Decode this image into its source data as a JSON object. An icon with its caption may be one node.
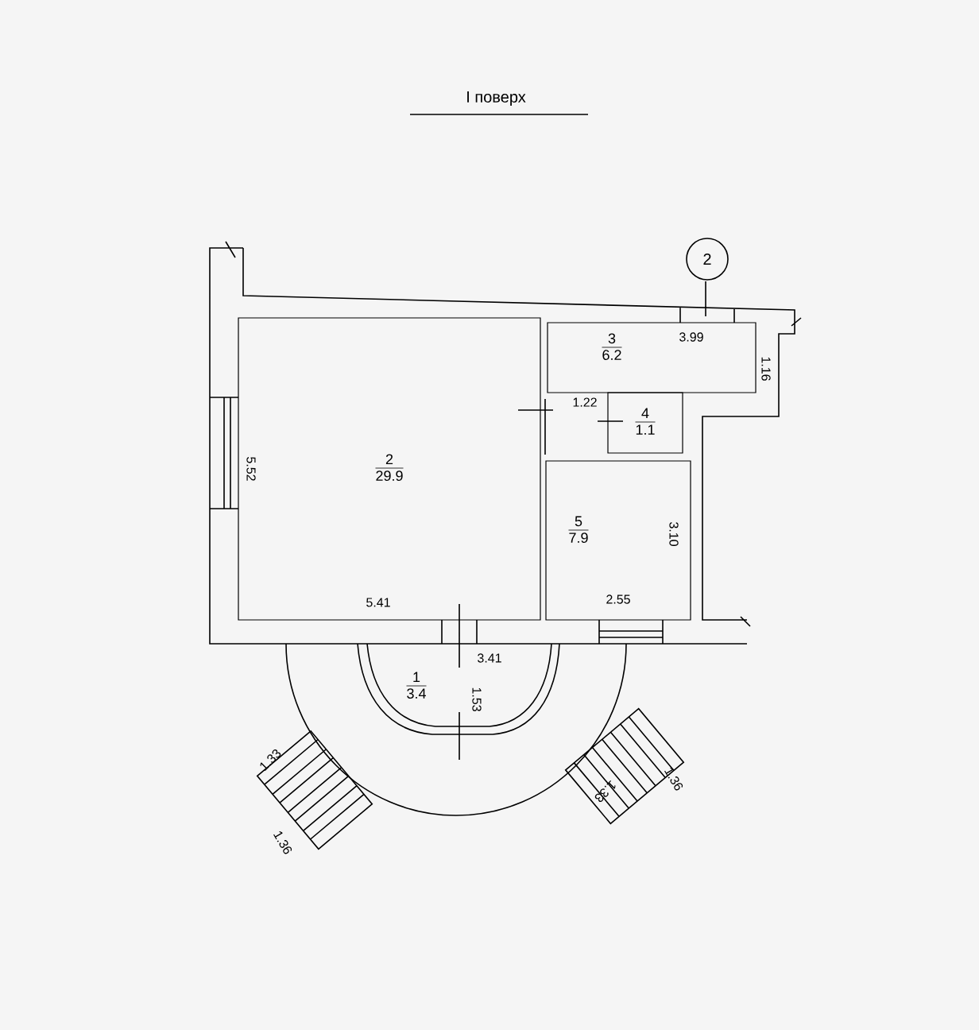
{
  "diagram": {
    "title": "I поверх",
    "nodes": [
      {
        "text": [
          "2"
        ]
      },
      {
        "text": [
          "2",
          "29.9"
        ]
      },
      {
        "text": [
          "3",
          "6.2"
        ]
      },
      {
        "text": [
          "4",
          "1.1"
        ]
      },
      {
        "text": [
          "5",
          "7.9"
        ]
      },
      {
        "text": [
          "1",
          "3.4"
        ]
      }
    ],
    "labels": [
      "3.99",
      "1.16",
      "1.22",
      "5.52",
      "5.41",
      "2.55",
      "3.10",
      "3.41",
      "1.53",
      "1.33",
      "1.36",
      "1.33",
      "1.36"
    ]
  }
}
